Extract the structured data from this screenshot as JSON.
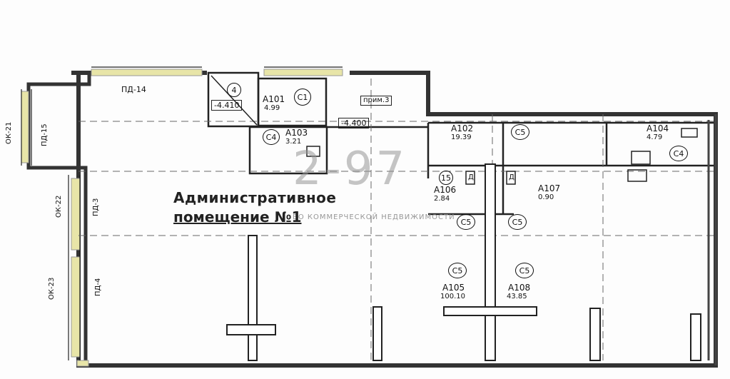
{
  "plan": {
    "title_line1": "Административное",
    "title_line2": "помещение №1",
    "watermark_number": "2-97",
    "watermark_text": "ВО КОММЕРЧЕСКОЙ НЕДВИЖИМОСТИ"
  },
  "rooms": [
    {
      "code": "А101",
      "area": "4.99",
      "tag": "С1"
    },
    {
      "code": "А102",
      "area": "19.39",
      "tag": "С5"
    },
    {
      "code": "А103",
      "area": "3.21",
      "tag": "С4"
    },
    {
      "code": "А104",
      "area": "4.79",
      "tag": "С4"
    },
    {
      "code": "А105",
      "area": "100.10",
      "tag": "С5"
    },
    {
      "code": "А106",
      "area": "2.84",
      "tag": "15"
    },
    {
      "code": "А107",
      "area": "0.90",
      "tag": "С5"
    },
    {
      "code": "А108",
      "area": "43.85",
      "tag": "С5"
    }
  ],
  "tags": {
    "stair": "4",
    "c5_a": "С5",
    "c5_b": "С5",
    "d1": "Д",
    "d2": "Д"
  },
  "elevations": {
    "e1": "-4.410",
    "e2": "-4.400"
  },
  "marks": {
    "pd14": "ПД-14",
    "pd15": "ПД-15",
    "pd3": "ПД-3",
    "pd4": "ПД-4",
    "ok21": "ОК-21",
    "ok22": "ОК-22",
    "ok23": "ОК-23",
    "prim": "прим.3"
  },
  "colors": {
    "wall": "#3a3a3a",
    "window_fill": "#e8e5a8",
    "line": "#111111",
    "grid": "#6b6b6b"
  }
}
